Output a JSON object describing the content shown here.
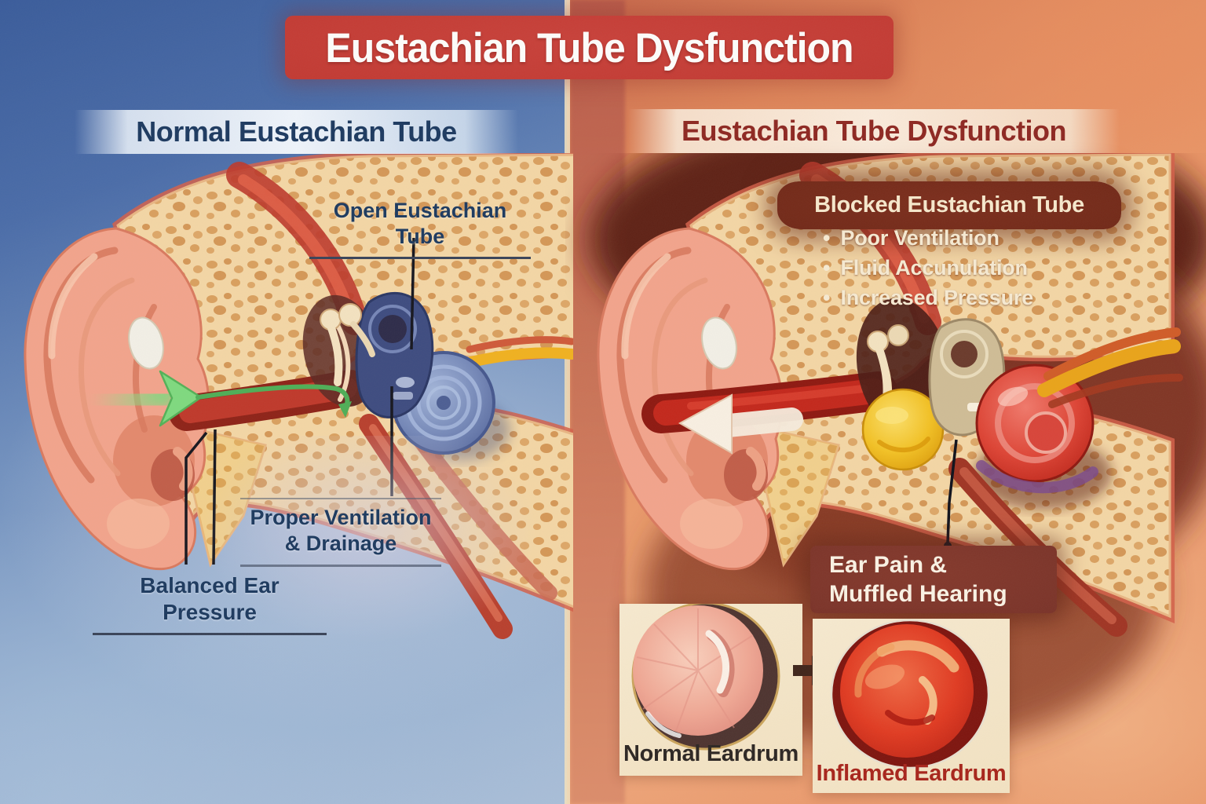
{
  "title": "Eustachian Tube Dysfunction",
  "bullet_char": "•",
  "left": {
    "heading": "Normal Eustachian Tube",
    "open_tube_label": "Open Eustachian Tube",
    "ventilation_line1": "Proper Ventilation",
    "ventilation_line2": "& Drainage",
    "pressure_label": "Balanced Ear Pressure"
  },
  "right": {
    "heading": "Eustachian Tube Dysfunction",
    "callout": {
      "heading": "Blocked Eustachian Tube",
      "bullets": [
        "Poor Ventilation",
        "Fluid Accunulation",
        "Increased Pressure"
      ]
    },
    "symptom_line1": "Ear Pain &",
    "symptom_line2": "Muffled Hearing",
    "inset": {
      "normal_label": "Normal Eardrum",
      "inflamed_label": "Inflamed Eardrum"
    }
  },
  "colors": {
    "title_banner": "#c23a33",
    "title_text": "#fdfdfb",
    "left_bg_top": "#3f619e",
    "right_bg": "#e18a5e",
    "left_heading_text": "#1d3a60",
    "right_heading_text": "#8e2822",
    "callout_bg": "#6f2817",
    "callout_text": "#f6e8cc",
    "symptom_bg": "#7a3329",
    "inset_bg": "#f4e6c9",
    "normal_label_text": "#2d2724",
    "inflamed_label_text": "#a8251c",
    "green_arrow": "#7fd97f",
    "white_arrow": "#f8efe2",
    "bone": "#f3d6a5",
    "cochlea_normal": "#7588b8",
    "cochlea_inflamed": "#c7271b",
    "fluid": "#f0c030"
  }
}
